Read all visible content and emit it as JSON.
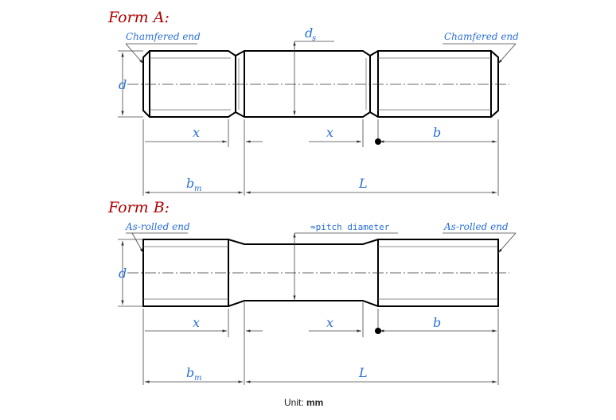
{
  "formA": {
    "title": "Form A:",
    "chamfer_left": "Chamfered end",
    "chamfer_right": "Chamfered end",
    "d": "d",
    "ds": "d",
    "ds_sub": "s",
    "x1": "x",
    "x2": "x",
    "b": "b",
    "bm": "b",
    "bm_sub": "m",
    "L": "L"
  },
  "formB": {
    "title": "Form B:",
    "rolled_left": "As-rolled end",
    "rolled_right": "As-rolled end",
    "pitch": "≈pitch diameter",
    "d": "d",
    "x1": "x",
    "x2": "x",
    "b": "b",
    "bm": "b",
    "bm_sub": "m",
    "L": "L"
  },
  "unit": {
    "prefix": "Unit: ",
    "value": "mm"
  }
}
